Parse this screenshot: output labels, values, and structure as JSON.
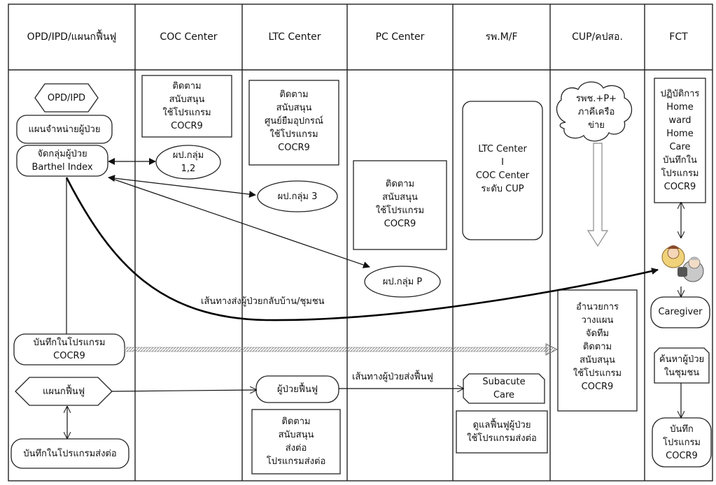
{
  "lanes": [
    {
      "id": "opd",
      "header": "OPD/IPD/แผนกฟื้นฟู"
    },
    {
      "id": "coc",
      "header": "COC Center"
    },
    {
      "id": "ltc",
      "header": "LTC Center"
    },
    {
      "id": "pc",
      "header": "PC Center"
    },
    {
      "id": "rpm",
      "header": "รพ.M/F"
    },
    {
      "id": "cup",
      "header": "CUP/คปสอ."
    },
    {
      "id": "fct",
      "header": "FCT"
    }
  ],
  "nodes": {
    "opd_ipd_hex": [
      "OPD/IPD"
    ],
    "discharge_plan": [
      "แผนจำหน่ายผู้ป่วย"
    ],
    "group_patient": [
      "จัดกลุ่มผู้ป่วย",
      "Barthel Index"
    ],
    "record_cocr9": [
      "บันทึกในโปรแกรม",
      "COCR9"
    ],
    "rehab_dept_hex": [
      "แผนกฟื้นฟู"
    ],
    "record_referral": [
      "บันทึกในโปรแกรมส่งต่อ"
    ],
    "coc_box": [
      "ติดตาม",
      "สนับสนุน",
      "ใช้โปรแกรม",
      "COCR9"
    ],
    "group_12": [
      "ผป.กลุ่ม",
      "1,2"
    ],
    "ltc_box": [
      "ติดตาม",
      "สนับสนุน",
      "ศูนย์ยืมอุปกรณ์",
      "ใช้โปรแกรม",
      "COCR9"
    ],
    "group_3": [
      "ผป.กลุ่ม 3"
    ],
    "rehab_patient": [
      "ผู้ป่วยฟื้นฟู"
    ],
    "ltc_bottom_box": [
      "ติดตาม",
      "สนับสนุน",
      "ส่งต่อ",
      "โปรแกรมส่งต่อ"
    ],
    "pc_box": [
      "ติดตาม",
      "สนับสนุน",
      "ใช้โปรแกรม",
      "COCR9"
    ],
    "group_p": [
      "ผป.กลุ่ม P"
    ],
    "rpm_box": [
      "LTC Center",
      "I",
      "COC Center",
      "ระดับ CUP"
    ],
    "subacute": [
      "Subacute",
      "Care"
    ],
    "rehab_care_box": [
      "ดูแลฟื้นฟูผู้ป่วย",
      "ใช้โปรแกรมส่งต่อ"
    ],
    "cup_cloud": [
      "รพช.+P+",
      "ภาคีเครือ",
      "ข่าย"
    ],
    "cup_box": [
      "อำนวยการ",
      "วางแผน",
      "จัดทีม",
      "ติดตาม",
      "สนับสนุน",
      "ใช้โปรแกรม",
      "COCR9"
    ],
    "fct_box": [
      "ปฏิบัติการ",
      "Home",
      "ward",
      "Home",
      "Care",
      "บันทึกใน",
      "โปรแกรม",
      "COCR9"
    ],
    "caregiver": [
      "Caregiver"
    ],
    "find_patient": [
      "ค้นหาผู้ป่วย",
      "ในชุมชน"
    ],
    "fct_record": [
      "บันทึก",
      "โปรแกรม",
      "COCR9"
    ]
  },
  "labels": {
    "home_route": "เส้นทางส่งผู้ป่วยกลับบ้าน/ชุมชน",
    "rehab_route": "เส้นทางผู้ป่วยส่งฟื้นฟู"
  },
  "icons": {
    "caregiver_illustration": "caregiver-elder-illustration"
  }
}
